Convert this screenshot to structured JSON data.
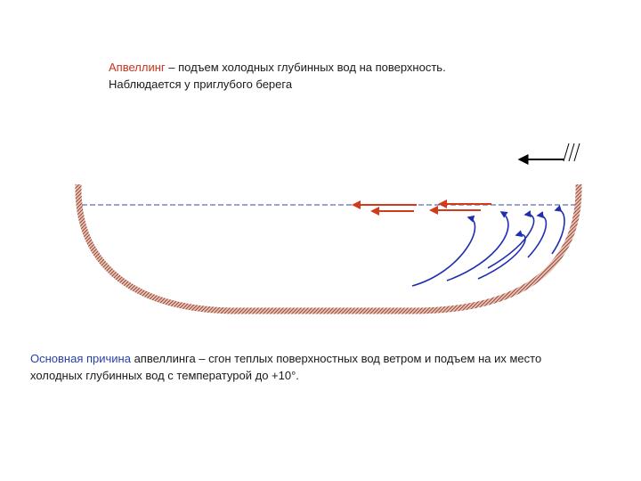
{
  "intro": {
    "term": "Апвеллинг",
    "definition": " – подъем холодных глубинных вод на поверхность.",
    "line2": "Наблюдается у приглубого берега"
  },
  "cause": {
    "term": "Основная причина",
    "text_line1": " апвеллинга – сгон теплых поверхностных вод ветром и подъем на их место",
    "text_line2": "холодных глубинных вод с температурой до +10°."
  },
  "colors": {
    "term_red": "#c8321e",
    "term_blue": "#2a3fa6",
    "basin": "#b5654e",
    "surface_current": "#d23a1c",
    "deep_current": "#1f2fb0",
    "wind_arrow": "#000000",
    "water_line": "#3a4a9c"
  },
  "icons": {
    "wind": "wind-arrow-icon"
  }
}
